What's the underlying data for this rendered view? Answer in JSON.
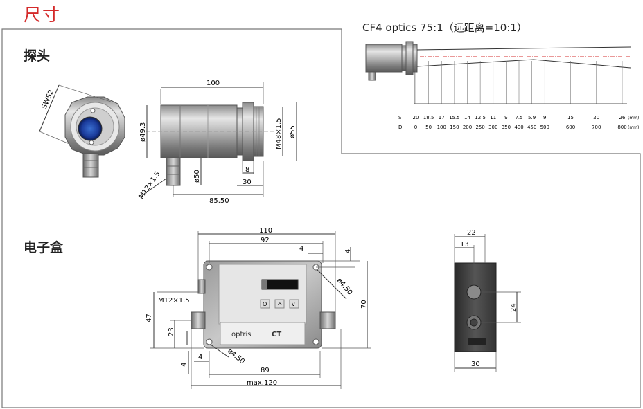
{
  "page": {
    "title": "尺寸"
  },
  "sensor": {
    "heading": "探头",
    "dims": {
      "length": "100",
      "dia_body": "ø49.3",
      "dia_cable": "ø50",
      "thread_front": "M48×1.5",
      "dia_front": "ø55",
      "nut": "8",
      "front": "30",
      "overall": "85.50",
      "connector": "M12×1.5",
      "wrench": "SW52"
    }
  },
  "optics": {
    "title": "CF4 optics 75:1（远距离=10:1）",
    "s_label": "S",
    "d_label": "D",
    "unit": "(mm)",
    "s_values": [
      "20",
      "18.5",
      "17",
      "15.5",
      "14",
      "12.5",
      "11",
      "9",
      "7.5",
      "5.9",
      "9",
      "15",
      "20",
      "26"
    ],
    "d_values": [
      "0",
      "50",
      "100",
      "150",
      "200",
      "250",
      "300",
      "350",
      "400",
      "450",
      "500",
      "600",
      "700",
      "800"
    ]
  },
  "electronics": {
    "heading": "电子盒",
    "dims": {
      "w110": "110",
      "w92": "92",
      "four_a": "4",
      "four_b": "4",
      "hole_top": "ø4.50",
      "height70": "70",
      "connector": "M12×1.5",
      "h47": "47",
      "h23": "23",
      "four_c": "4",
      "four_d": "4",
      "hole_bottom": "ø4.50",
      "w89": "89",
      "max120": "max.120",
      "brand": "optris",
      "model": "CT",
      "btn_o": "O",
      "btn_up": "^",
      "btn_down": "v"
    },
    "side": {
      "w22": "22",
      "w13": "13",
      "h24": "24",
      "w30": "30"
    }
  }
}
